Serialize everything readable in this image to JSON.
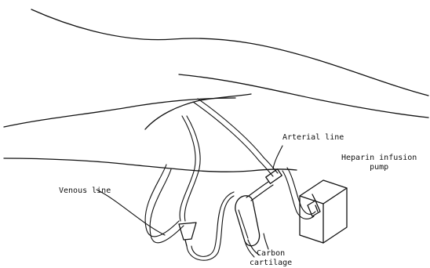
{
  "labels": {
    "arterial_line": "Arterial line",
    "heparin_line1": "Heparin infusion",
    "heparin_line2": "pump",
    "venous_line": "Venous line",
    "carbon_line1": "Carbon",
    "carbon_line2": "cartilage"
  }
}
